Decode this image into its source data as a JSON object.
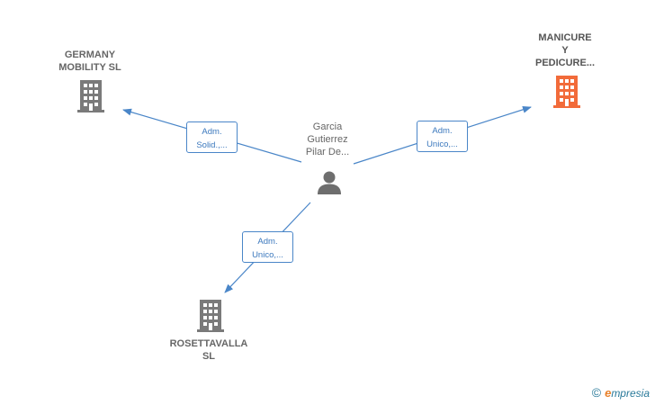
{
  "nodes": {
    "person": {
      "label": "Garcia\nGutierrez\nPilar De..."
    },
    "germany": {
      "label": "GERMANY\nMOBILITY  SL"
    },
    "manicure": {
      "label": "MANICURE\nY\nPEDICURE..."
    },
    "rosettavalla": {
      "label": "ROSETTAVALLA\nSL"
    }
  },
  "edges": {
    "to_germany": {
      "line1": "Adm.",
      "line2": "Solid.,..."
    },
    "to_manicure": {
      "line1": "Adm.",
      "line2": "Unico,..."
    },
    "to_rosettavalla": {
      "line1": "Adm.",
      "line2": "Unico,..."
    }
  },
  "colors": {
    "edge": "#4a86c8",
    "building_gray": "#7a7a7a",
    "building_highlight": "#f26b3a",
    "person": "#6e6e6e"
  },
  "icons": {
    "person": "person-icon",
    "company": "building-icon"
  },
  "watermark": {
    "copyright": "©",
    "e_letter": "e",
    "brand_rest": "mpresia"
  }
}
